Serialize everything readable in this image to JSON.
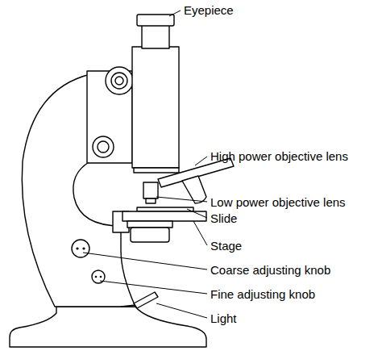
{
  "diagram": {
    "labels": [
      "Eyepiece",
      "High power objective lens",
      "Low power objective lens",
      "Slide",
      "Stage",
      "Coarse adjusting knob",
      "Fine adjusting knob",
      "Light"
    ]
  }
}
